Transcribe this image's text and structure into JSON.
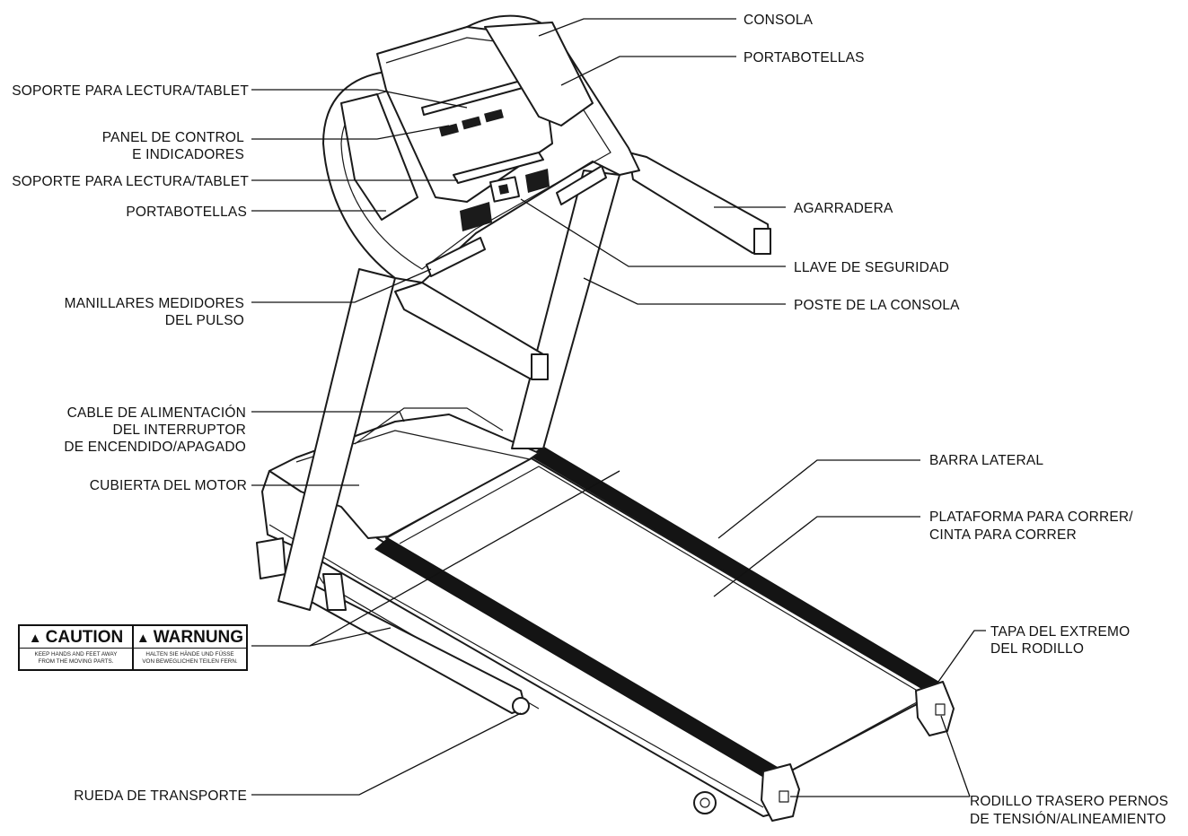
{
  "labels_left": [
    {
      "id": "reading-rack-top",
      "lines": [
        "SOPORTE PARA LECTURA/TABLET"
      ]
    },
    {
      "id": "control-panel",
      "lines": [
        "PANEL DE CONTROL",
        "E INDICADORES"
      ]
    },
    {
      "id": "reading-rack-bottom",
      "lines": [
        "SOPORTE PARA LECTURA/TABLET"
      ]
    },
    {
      "id": "water-bottle-holder-left",
      "lines": [
        "PORTABOTELLAS"
      ]
    },
    {
      "id": "pulse-grips",
      "lines": [
        "MANILLARES MEDIDORES",
        "DEL PULSO"
      ]
    },
    {
      "id": "power-cord",
      "lines": [
        "CABLE DE ALIMENTACIÓN",
        "DEL INTERRUPTOR",
        "DE ENCENDIDO/APAGADO"
      ]
    },
    {
      "id": "motor-cover",
      "lines": [
        "CUBIERTA DEL MOTOR"
      ]
    },
    {
      "id": "transport-wheel",
      "lines": [
        "RUEDA DE TRANSPORTE"
      ]
    }
  ],
  "labels_right": [
    {
      "id": "console",
      "lines": [
        "CONSOLA"
      ]
    },
    {
      "id": "water-bottle-holder-right",
      "lines": [
        "PORTABOTELLAS"
      ]
    },
    {
      "id": "handlebar",
      "lines": [
        "AGARRADERA"
      ]
    },
    {
      "id": "safety-key",
      "lines": [
        "LLAVE DE SEGURIDAD"
      ]
    },
    {
      "id": "console-mast",
      "lines": [
        "POSTE DE LA CONSOLA"
      ]
    },
    {
      "id": "side-rail",
      "lines": [
        "BARRA LATERAL"
      ]
    },
    {
      "id": "running-deck",
      "lines": [
        "PLATAFORMA PARA CORRER/",
        "CINTA PARA CORRER"
      ]
    },
    {
      "id": "roller-end-cap",
      "lines": [
        "TAPA DEL EXTREMO",
        "DEL RODILLO"
      ]
    },
    {
      "id": "rear-roller-bolts",
      "lines": [
        "RODILLO TRASERO PERNOS",
        "DE TENSIÓN/ALINEAMIENTO"
      ]
    }
  ],
  "warning_label": {
    "caution_title": "CAUTION",
    "caution_text_1": "KEEP HANDS AND FEET AWAY",
    "caution_text_2": "FROM THE MOVING PARTS.",
    "warnung_title": "WARNUNG",
    "warnung_text_1": "HALTEN SIE HÄNDE UND FÜSSE",
    "warnung_text_2": "VON BEWEGLICHEN TEILEN FERN."
  },
  "icons": {
    "warning": "warning-triangle-icon"
  }
}
